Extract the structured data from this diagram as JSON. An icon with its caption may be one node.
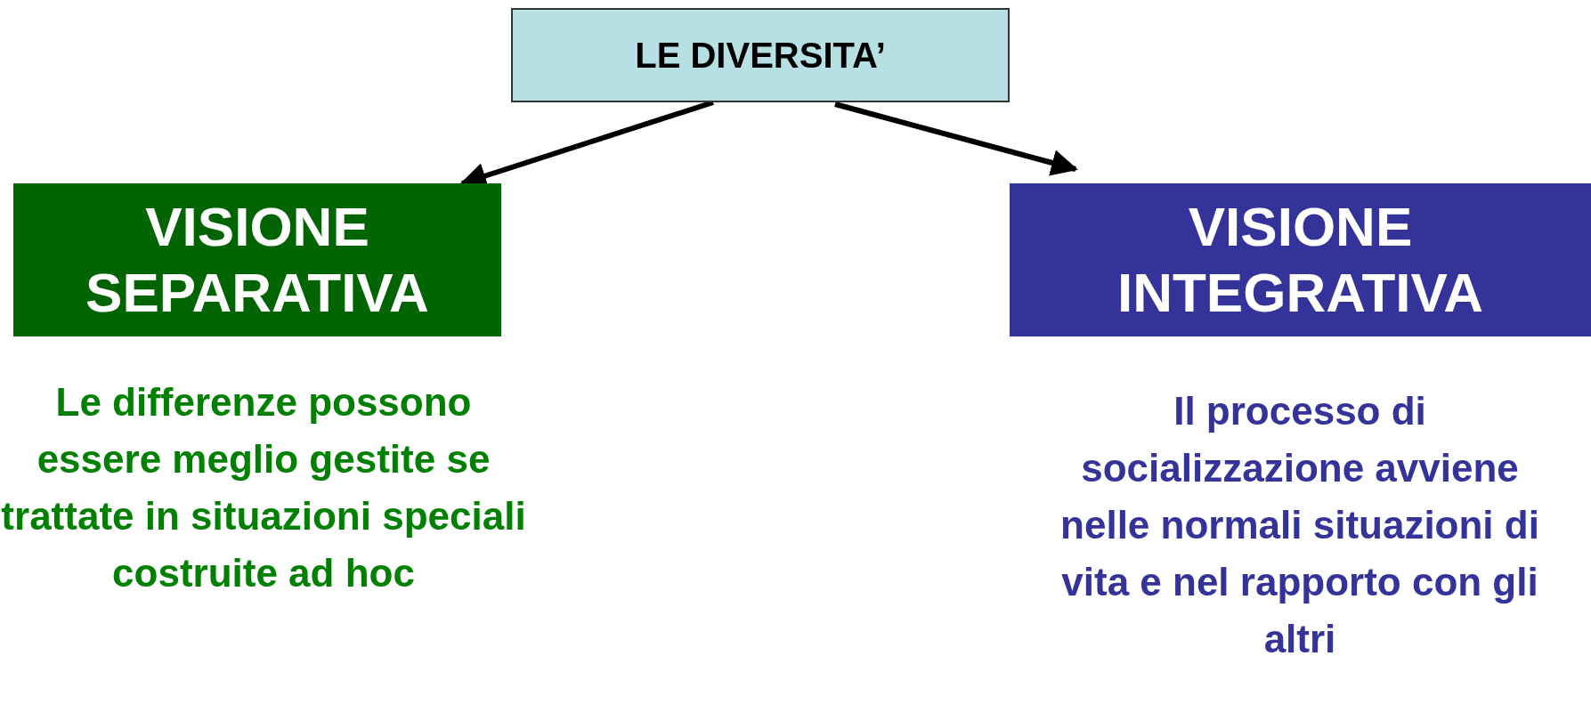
{
  "diagram": {
    "nodes": [
      {
        "text": [
          "LE DIVERSITA’"
        ]
      },
      {
        "text": [
          "VISIONE SEPARATIVA"
        ],
        "beside": [
          "Le differenze possono essere meglio gestite se trattate in situazioni speciali costruite ad hoc"
        ]
      },
      {
        "text": [
          "VISIONE INTEGRATIVA"
        ],
        "beside": [
          "Il processo di socializzazione avviene nelle normali situazioni di vita e nel rapporto con gli altri"
        ]
      }
    ],
    "edges": [
      {
        "from": 0,
        "to": 1,
        "arrow": "to"
      },
      {
        "from": 0,
        "to": 2,
        "arrow": "to"
      }
    ]
  }
}
